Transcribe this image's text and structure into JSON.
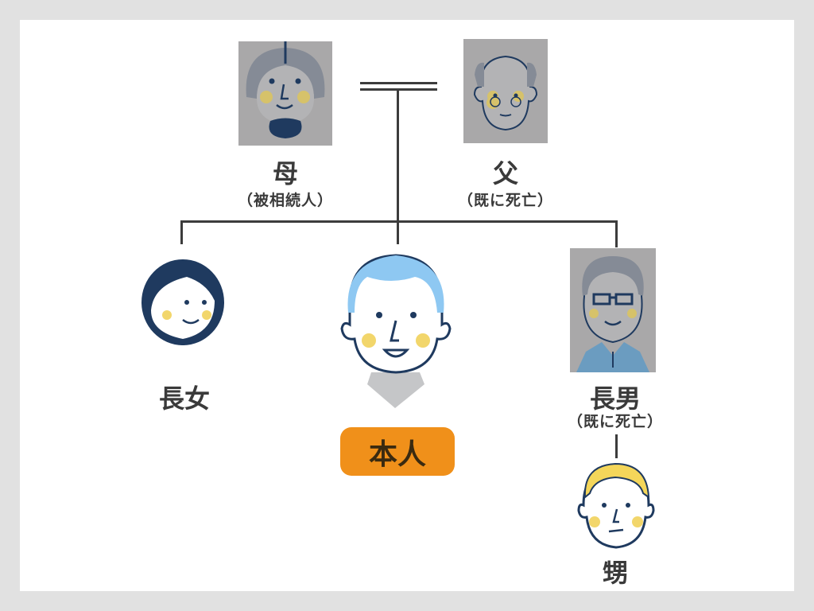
{
  "mother": {
    "label": "母",
    "note": "（被相続人）"
  },
  "father": {
    "label": "父",
    "note": "（既に死亡）"
  },
  "eldest_daughter": {
    "label": "長女"
  },
  "self": {
    "label": "本人"
  },
  "eldest_son": {
    "label": "長男",
    "note": "（既に死亡）"
  },
  "nephew": {
    "label": "甥"
  },
  "colors": {
    "badge": "#f0901a",
    "deceased_photo_bg": "#a9a8a9",
    "navy": "#1f3a5f",
    "cheek": "#f2d66b"
  }
}
